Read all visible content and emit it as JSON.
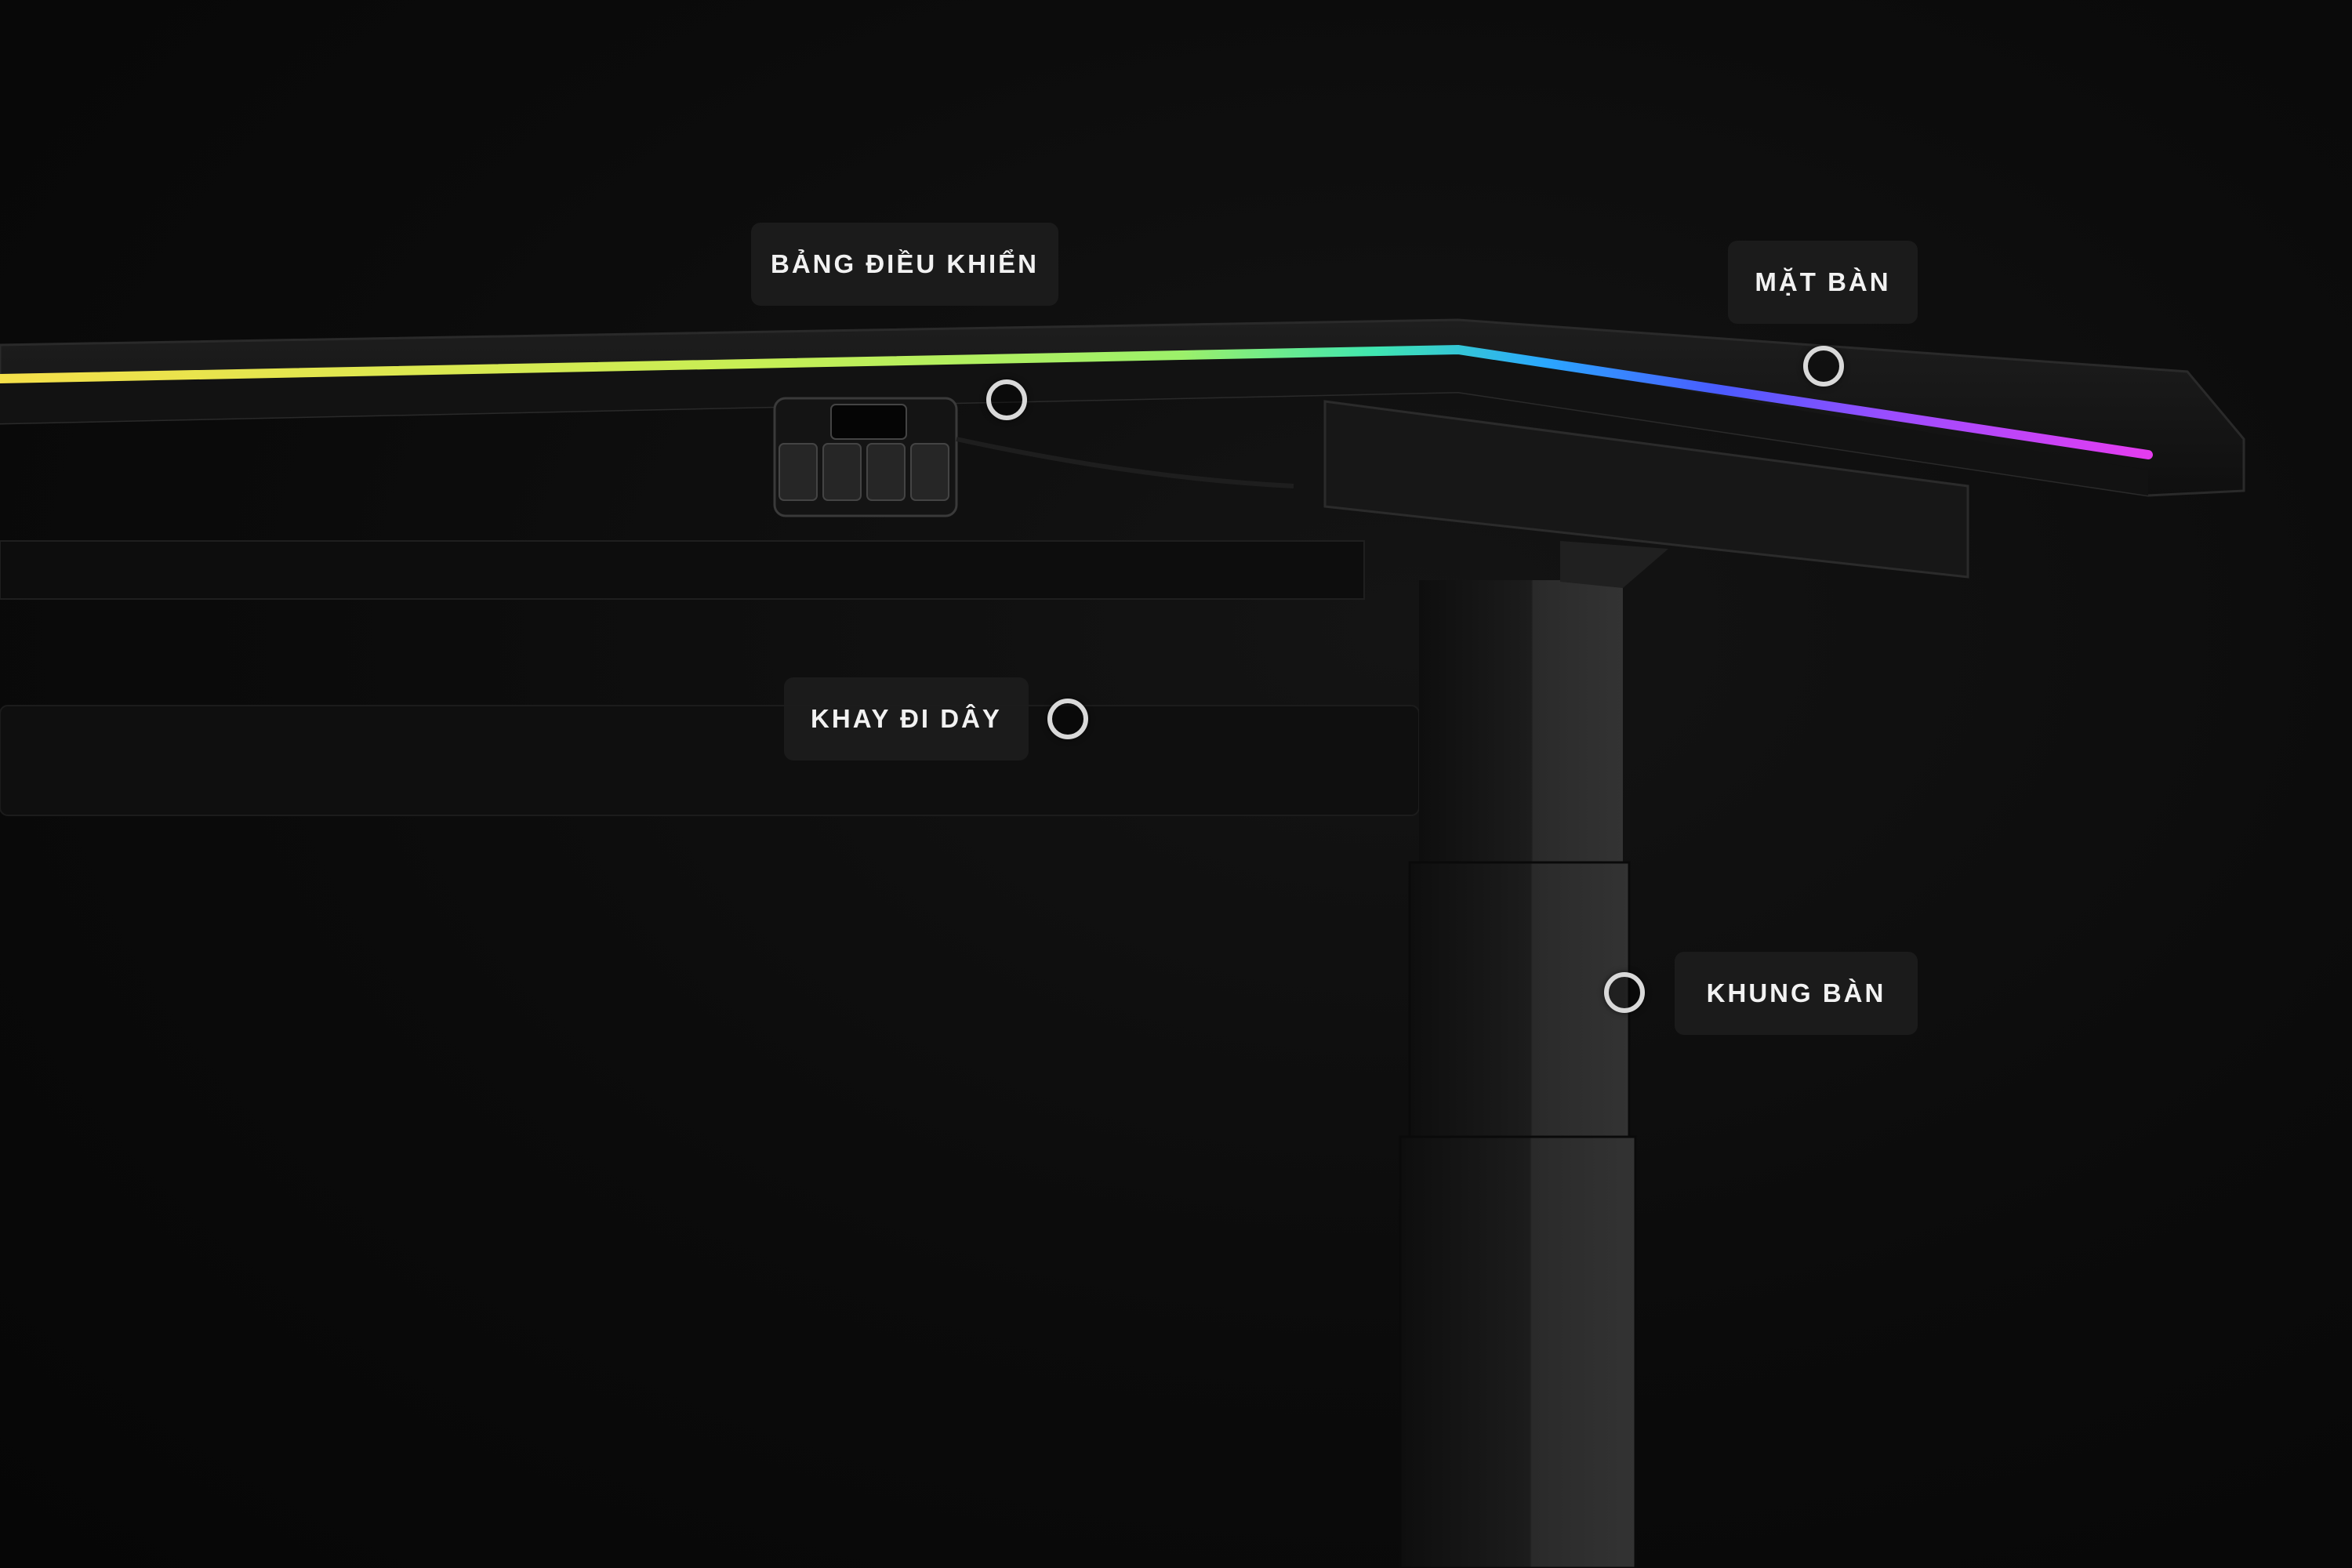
{
  "photo": {
    "subject": "desk",
    "background_color": "#0a0a0a",
    "led_colors": [
      "#f5e04a",
      "#9cf06a",
      "#3fe6b0",
      "#2aa6ff",
      "#4a5bff",
      "#9b4dff",
      "#e53cf0"
    ]
  },
  "callouts": {
    "control_panel": {
      "label": "BẢNG ĐIỀU KHIỂN",
      "icon": "hotspot-ring-icon"
    },
    "desktop": {
      "label": "MẶT BÀN",
      "icon": "hotspot-ring-icon"
    },
    "cable_tray": {
      "label": "KHAY ĐI DÂY",
      "icon": "hotspot-ring-icon"
    },
    "frame": {
      "label": "KHUNG BÀN",
      "icon": "hotspot-ring-icon"
    }
  }
}
